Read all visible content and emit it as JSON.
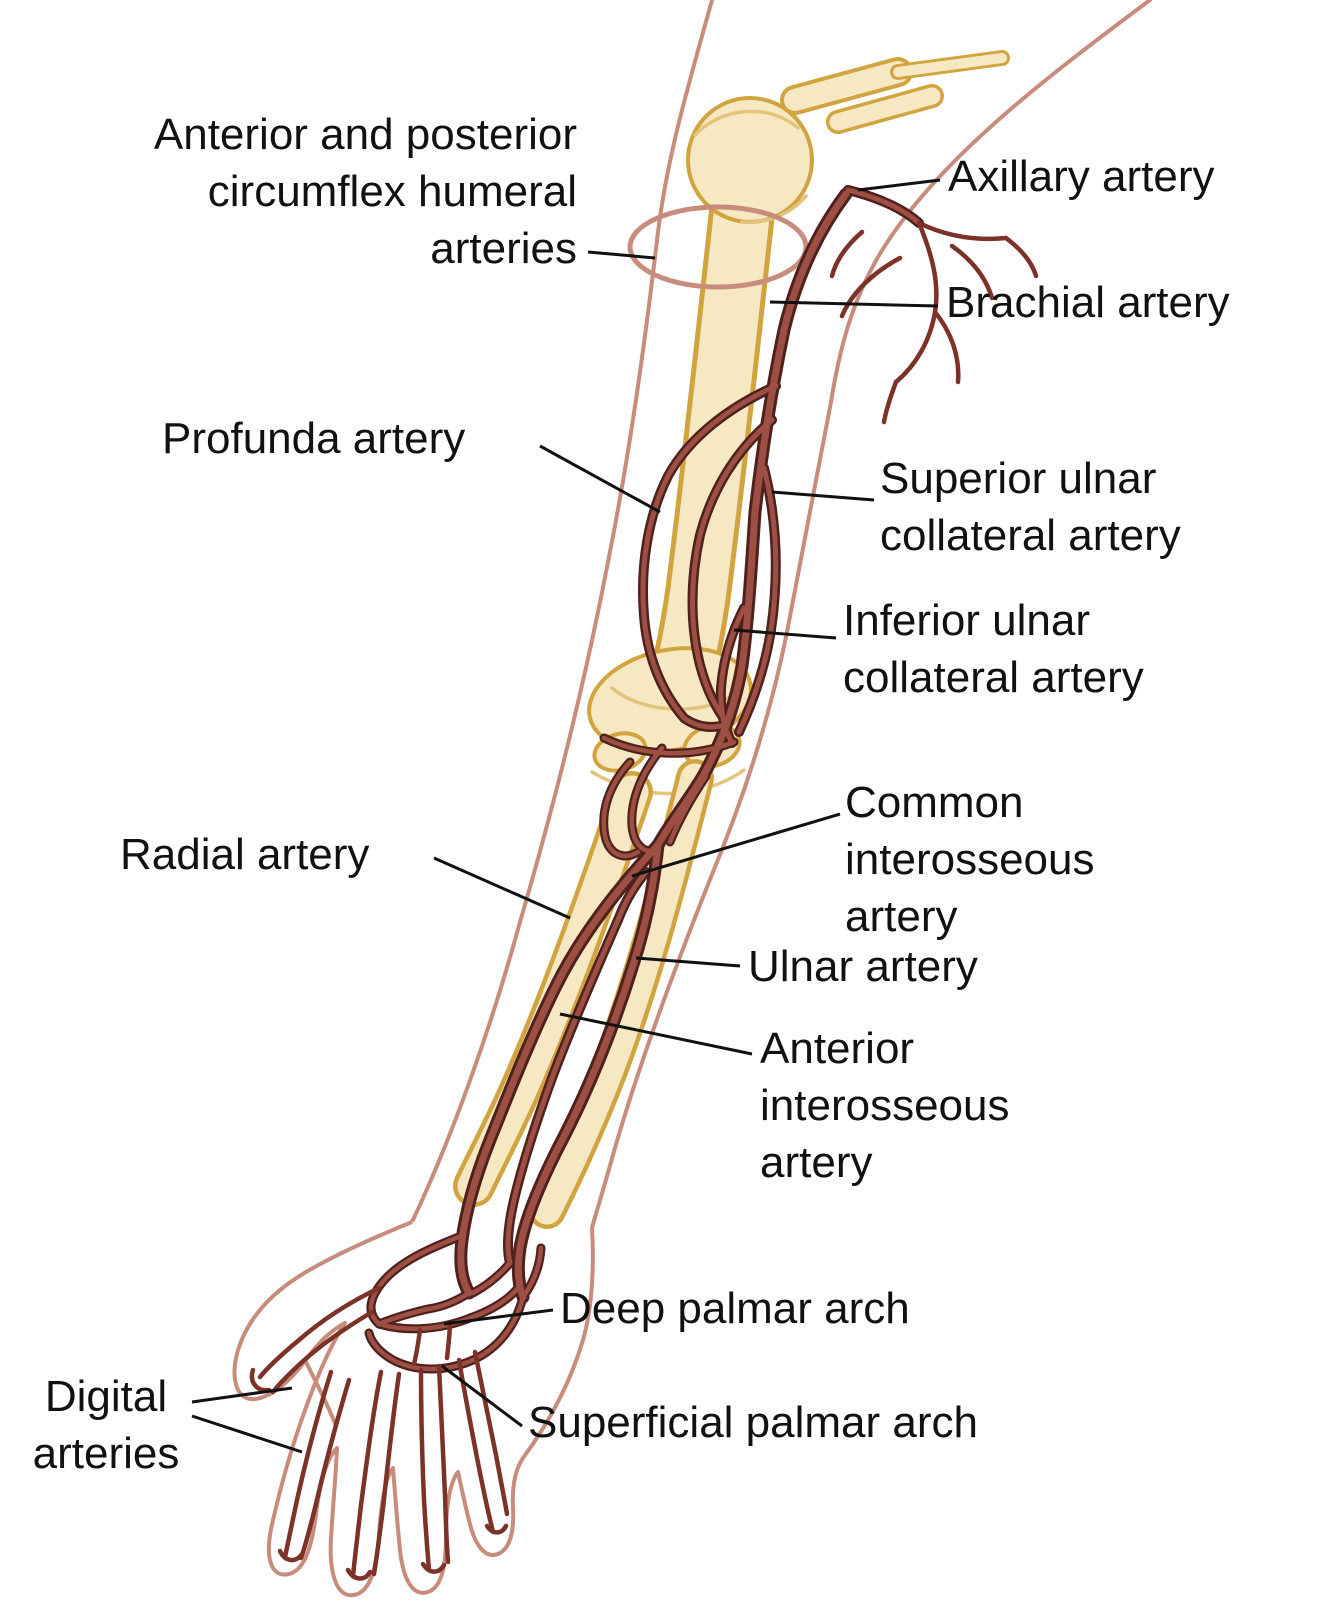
{
  "labels": [
    {
      "id": "circumflex-humeral-arteries",
      "lines": [
        "Anterior and posterior",
        "circumflex humeral",
        "arteries"
      ]
    },
    {
      "id": "axillary-artery",
      "lines": [
        "Axillary artery"
      ]
    },
    {
      "id": "brachial-artery",
      "lines": [
        "Brachial artery"
      ]
    },
    {
      "id": "profunda-artery",
      "lines": [
        "Profunda artery"
      ]
    },
    {
      "id": "superior-ulnar-collateral-artery",
      "lines": [
        "Superior ulnar",
        "collateral artery"
      ]
    },
    {
      "id": "inferior-ulnar-collateral-artery",
      "lines": [
        "Inferior ulnar",
        "collateral artery"
      ]
    },
    {
      "id": "common-interosseous-artery",
      "lines": [
        "Common",
        "interosseous",
        "artery"
      ]
    },
    {
      "id": "radial-artery",
      "lines": [
        "Radial artery"
      ]
    },
    {
      "id": "ulnar-artery",
      "lines": [
        "Ulnar artery"
      ]
    },
    {
      "id": "anterior-interosseous-artery",
      "lines": [
        "Anterior",
        "interosseous",
        "artery"
      ]
    },
    {
      "id": "deep-palmar-arch",
      "lines": [
        "Deep palmar arch"
      ]
    },
    {
      "id": "superficial-palmar-arch",
      "lines": [
        "Superficial palmar arch"
      ]
    },
    {
      "id": "digital-arteries",
      "lines": [
        "Digital",
        "arteries"
      ]
    }
  ],
  "colors": {
    "background": "#ffffff",
    "skin": "#c78c7c",
    "bone": "#f7e8c4",
    "bone_outline": "#d2a440",
    "bone_detail": "#e3c47c",
    "artery": "#9d4f43",
    "artery_dark": "#4f211c",
    "artery_thin": "#7c3129",
    "leader": "#111111",
    "label_text": "#111111"
  }
}
